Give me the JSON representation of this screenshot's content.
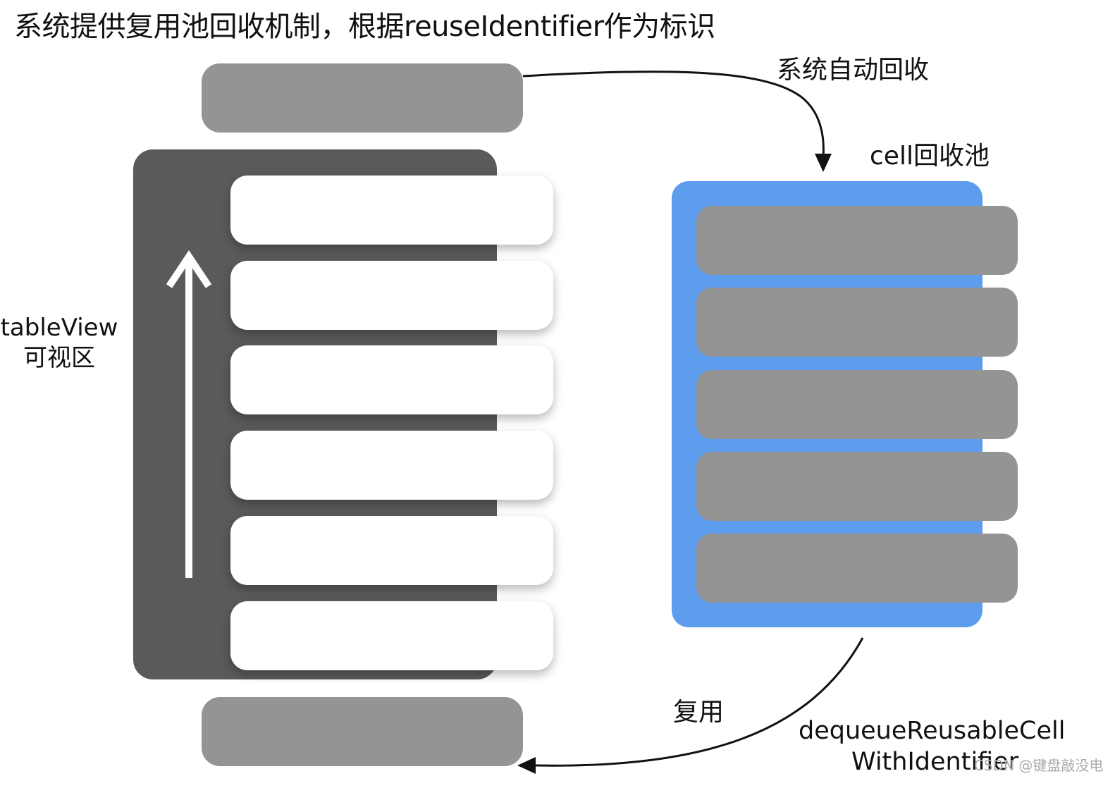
{
  "title": "系统提供复用池回收机制，根据reuseIdentifier作为标识",
  "labels": {
    "auto_recycle": "系统自动回收",
    "cell_pool": "cell回收池",
    "tableview_line1": "tableView",
    "tableview_line2": "可视区",
    "reuse": "复用",
    "dequeue_line1": "dequeueReusableCell",
    "dequeue_line2": "WithIdentifier"
  },
  "watermark": "CSDN @键盘敲没电",
  "colors": {
    "tableview_bg": "#5a5a5a",
    "visible_cell": "#ffffff",
    "offscreen_cell": "#949494",
    "pool_bg": "#5e9cee",
    "pool_cell": "#949494"
  }
}
